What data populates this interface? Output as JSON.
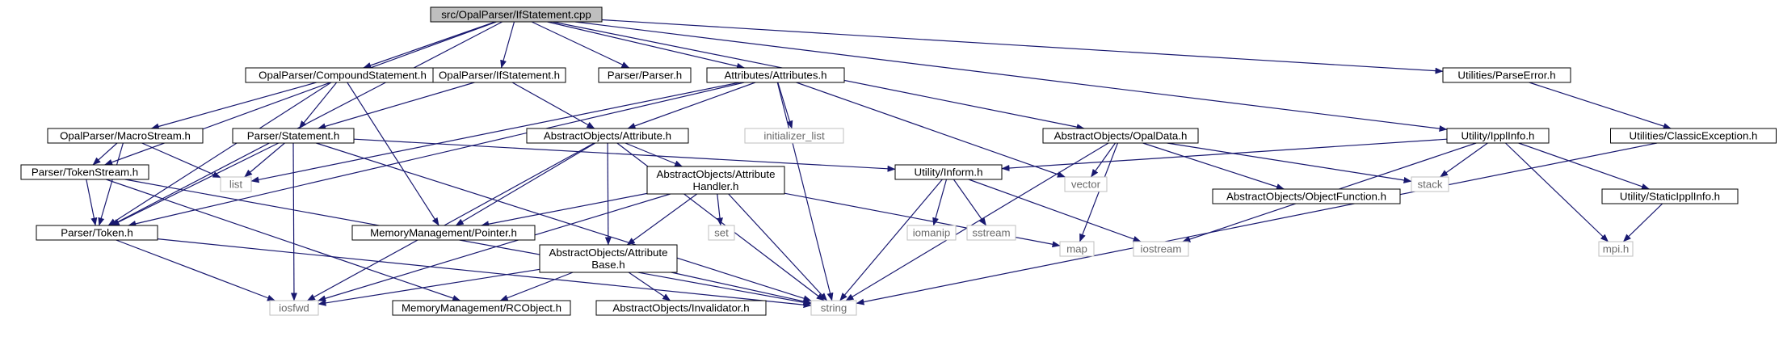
{
  "colors": {
    "edge": "#191970",
    "node_border": "#000000",
    "ext_border": "#bfbfbf",
    "root_fill": "#bfbfbf"
  },
  "nodes": {
    "root": {
      "lines": [
        "src/OpalParser/IfStatement.cpp"
      ],
      "kind": "root"
    },
    "compound": {
      "lines": [
        "OpalParser/CompoundStatement.h"
      ],
      "kind": "file"
    },
    "ifstmth": {
      "lines": [
        "OpalParser/IfStatement.h"
      ],
      "kind": "file"
    },
    "parserh": {
      "lines": [
        "Parser/Parser.h"
      ],
      "kind": "file"
    },
    "attributes": {
      "lines": [
        "Attributes/Attributes.h"
      ],
      "kind": "file"
    },
    "parseerror": {
      "lines": [
        "Utilities/ParseError.h"
      ],
      "kind": "file"
    },
    "macrostream": {
      "lines": [
        "OpalParser/MacroStream.h"
      ],
      "kind": "file"
    },
    "statement": {
      "lines": [
        "Parser/Statement.h"
      ],
      "kind": "file"
    },
    "attribute": {
      "lines": [
        "AbstractObjects/Attribute.h"
      ],
      "kind": "file"
    },
    "initlist": {
      "lines": [
        "initializer_list"
      ],
      "kind": "ext"
    },
    "opaldata": {
      "lines": [
        "AbstractObjects/OpalData.h"
      ],
      "kind": "file"
    },
    "ipplinfo": {
      "lines": [
        "Utility/IpplInfo.h"
      ],
      "kind": "file"
    },
    "classic": {
      "lines": [
        "Utilities/ClassicException.h"
      ],
      "kind": "file"
    },
    "tokenstream": {
      "lines": [
        "Parser/TokenStream.h"
      ],
      "kind": "file"
    },
    "list": {
      "lines": [
        "list"
      ],
      "kind": "ext"
    },
    "attrhandler": {
      "lines": [
        "AbstractObjects/Attribute",
        "Handler.h"
      ],
      "kind": "file"
    },
    "inform": {
      "lines": [
        "Utility/Inform.h"
      ],
      "kind": "file"
    },
    "vector": {
      "lines": [
        "vector"
      ],
      "kind": "ext"
    },
    "objectfunction": {
      "lines": [
        "AbstractObjects/ObjectFunction.h"
      ],
      "kind": "file"
    },
    "stack": {
      "lines": [
        "stack"
      ],
      "kind": "ext"
    },
    "staticippl": {
      "lines": [
        "Utility/StaticIpplInfo.h"
      ],
      "kind": "file"
    },
    "token": {
      "lines": [
        "Parser/Token.h"
      ],
      "kind": "file"
    },
    "pointer": {
      "lines": [
        "MemoryManagement/Pointer.h"
      ],
      "kind": "file"
    },
    "attrbase": {
      "lines": [
        "AbstractObjects/Attribute",
        "Base.h"
      ],
      "kind": "file"
    },
    "set": {
      "lines": [
        "set"
      ],
      "kind": "ext"
    },
    "iomanip": {
      "lines": [
        "iomanip"
      ],
      "kind": "ext"
    },
    "sstream": {
      "lines": [
        "sstream"
      ],
      "kind": "ext"
    },
    "map": {
      "lines": [
        "map"
      ],
      "kind": "ext"
    },
    "iostream": {
      "lines": [
        "iostream"
      ],
      "kind": "ext"
    },
    "mpi": {
      "lines": [
        "mpi.h"
      ],
      "kind": "ext"
    },
    "iosfwd": {
      "lines": [
        "iosfwd"
      ],
      "kind": "ext"
    },
    "rcobject": {
      "lines": [
        "MemoryManagement/RCObject.h"
      ],
      "kind": "file"
    },
    "invalidator": {
      "lines": [
        "AbstractObjects/Invalidator.h"
      ],
      "kind": "file"
    },
    "string": {
      "lines": [
        "string"
      ],
      "kind": "ext"
    }
  },
  "edges": [
    [
      "root",
      "compound"
    ],
    [
      "root",
      "ifstmth"
    ],
    [
      "root",
      "parserh"
    ],
    [
      "root",
      "attributes"
    ],
    [
      "root",
      "parseerror"
    ],
    [
      "root",
      "opaldata"
    ],
    [
      "root",
      "ipplinfo"
    ],
    [
      "root",
      "tokenstream"
    ],
    [
      "root",
      "token"
    ],
    [
      "compound",
      "macrostream"
    ],
    [
      "compound",
      "statement"
    ],
    [
      "compound",
      "pointer"
    ],
    [
      "compound",
      "token"
    ],
    [
      "ifstmth",
      "statement"
    ],
    [
      "ifstmth",
      "attribute"
    ],
    [
      "attributes",
      "attribute"
    ],
    [
      "attributes",
      "initlist"
    ],
    [
      "attributes",
      "list"
    ],
    [
      "attributes",
      "token"
    ],
    [
      "attributes",
      "vector"
    ],
    [
      "attributes",
      "string"
    ],
    [
      "parseerror",
      "classic"
    ],
    [
      "macrostream",
      "tokenstream"
    ],
    [
      "macrostream",
      "token"
    ],
    [
      "macrostream",
      "list"
    ],
    [
      "statement",
      "token"
    ],
    [
      "statement",
      "list"
    ],
    [
      "statement",
      "inform"
    ],
    [
      "statement",
      "iosfwd"
    ],
    [
      "statement",
      "string"
    ],
    [
      "attribute",
      "attrhandler"
    ],
    [
      "attribute",
      "attrbase"
    ],
    [
      "attribute",
      "pointer"
    ],
    [
      "attribute",
      "iosfwd"
    ],
    [
      "attribute",
      "string"
    ],
    [
      "opaldata",
      "objectfunction"
    ],
    [
      "opaldata",
      "stack"
    ],
    [
      "opaldata",
      "vector"
    ],
    [
      "opaldata",
      "map"
    ],
    [
      "opaldata",
      "string"
    ],
    [
      "ipplinfo",
      "inform"
    ],
    [
      "ipplinfo",
      "stack"
    ],
    [
      "ipplinfo",
      "staticippl"
    ],
    [
      "ipplinfo",
      "mpi"
    ],
    [
      "ipplinfo",
      "iostream"
    ],
    [
      "classic",
      "string"
    ],
    [
      "tokenstream",
      "token"
    ],
    [
      "tokenstream",
      "rcobject"
    ],
    [
      "tokenstream",
      "string"
    ],
    [
      "attrhandler",
      "attrbase"
    ],
    [
      "attrhandler",
      "pointer"
    ],
    [
      "attrhandler",
      "set"
    ],
    [
      "attrhandler",
      "map"
    ],
    [
      "attrhandler",
      "string"
    ],
    [
      "attrhandler",
      "iosfwd"
    ],
    [
      "inform",
      "iomanip"
    ],
    [
      "inform",
      "sstream"
    ],
    [
      "inform",
      "iostream"
    ],
    [
      "inform",
      "string"
    ],
    [
      "staticippl",
      "mpi"
    ],
    [
      "token",
      "iosfwd"
    ],
    [
      "token",
      "string"
    ],
    [
      "attrbase",
      "rcobject"
    ],
    [
      "attrbase",
      "invalidator"
    ],
    [
      "attrbase",
      "string"
    ],
    [
      "attrbase",
      "iosfwd"
    ]
  ]
}
